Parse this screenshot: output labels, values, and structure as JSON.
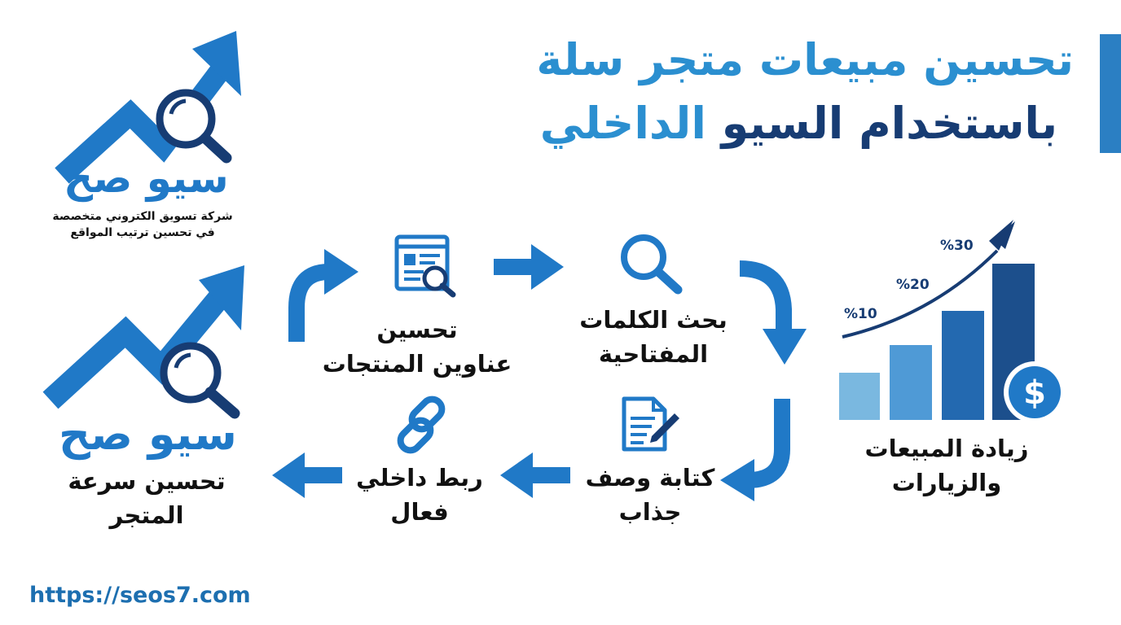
{
  "title": {
    "line1": "تحسين مبيعات متجر سلة",
    "line2_a": "باستخدام السيو",
    "line2_b": "الداخلي"
  },
  "logo_top": {
    "name": "سيو صح",
    "tagline1": "شركة تسويق الكتروني متخصصة",
    "tagline2": "في تحسين ترتيب المواقع"
  },
  "logo_bottom": {
    "name": "سيو صح"
  },
  "steps": [
    {
      "line1": "تحسين",
      "line2": "عناوين المنتجات",
      "icon": "web-page-search-icon"
    },
    {
      "line1": "بحث الكلمات",
      "line2": "المفتاحية",
      "icon": "magnifier-icon"
    },
    {
      "line1": "كتابة وصف",
      "line2": "جذاب",
      "icon": "document-pen-icon"
    },
    {
      "line1": "ربط داخلي",
      "line2": "فعال",
      "icon": "chain-link-icon"
    },
    {
      "line1": "تحسين سرعة",
      "line2": "المتجر",
      "icon": "growth-arrow-icon"
    }
  ],
  "result": {
    "line1": "زيادة المبيعات",
    "line2": "والزيارات",
    "labels": [
      "%10",
      "%20",
      "%30"
    ],
    "icon": "dollar-coin-icon"
  },
  "url": "https://seos7.com",
  "colors": {
    "dark_blue": "#173c73",
    "blue": "#2079c7",
    "light_blue": "#7ab8e0",
    "accent": "#2b8fd0"
  }
}
